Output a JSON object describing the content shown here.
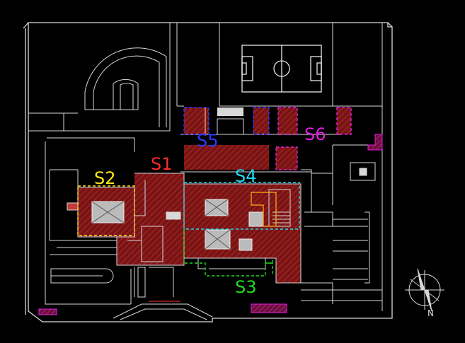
{
  "zones": [
    {
      "id": "S1",
      "label": "S1",
      "color": "#ff2a2a"
    },
    {
      "id": "S2",
      "label": "S2",
      "color": "#ffe81a"
    },
    {
      "id": "S3",
      "label": "S3",
      "color": "#22dd22"
    },
    {
      "id": "S4",
      "label": "S4",
      "color": "#22d8f0"
    },
    {
      "id": "S5",
      "label": "S5",
      "color": "#2b3bff"
    },
    {
      "id": "S6",
      "label": "S6",
      "color": "#e020e0"
    }
  ],
  "north_arrow": {
    "label": "N"
  },
  "colors": {
    "background": "#000000",
    "lines": "#d8d8d8",
    "hatch": "#8a1a1a"
  }
}
